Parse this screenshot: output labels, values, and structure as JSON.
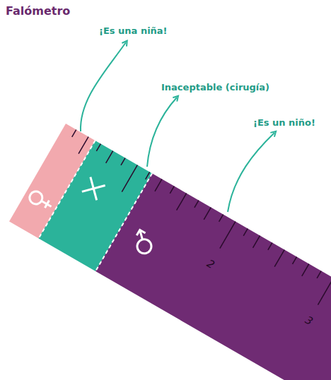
{
  "diagram": {
    "title": "Falómetro",
    "labels": [
      "¡Es una niña!",
      "Inaceptable (cirugía)",
      "¡Es un niño!",
      "2",
      "3"
    ]
  }
}
